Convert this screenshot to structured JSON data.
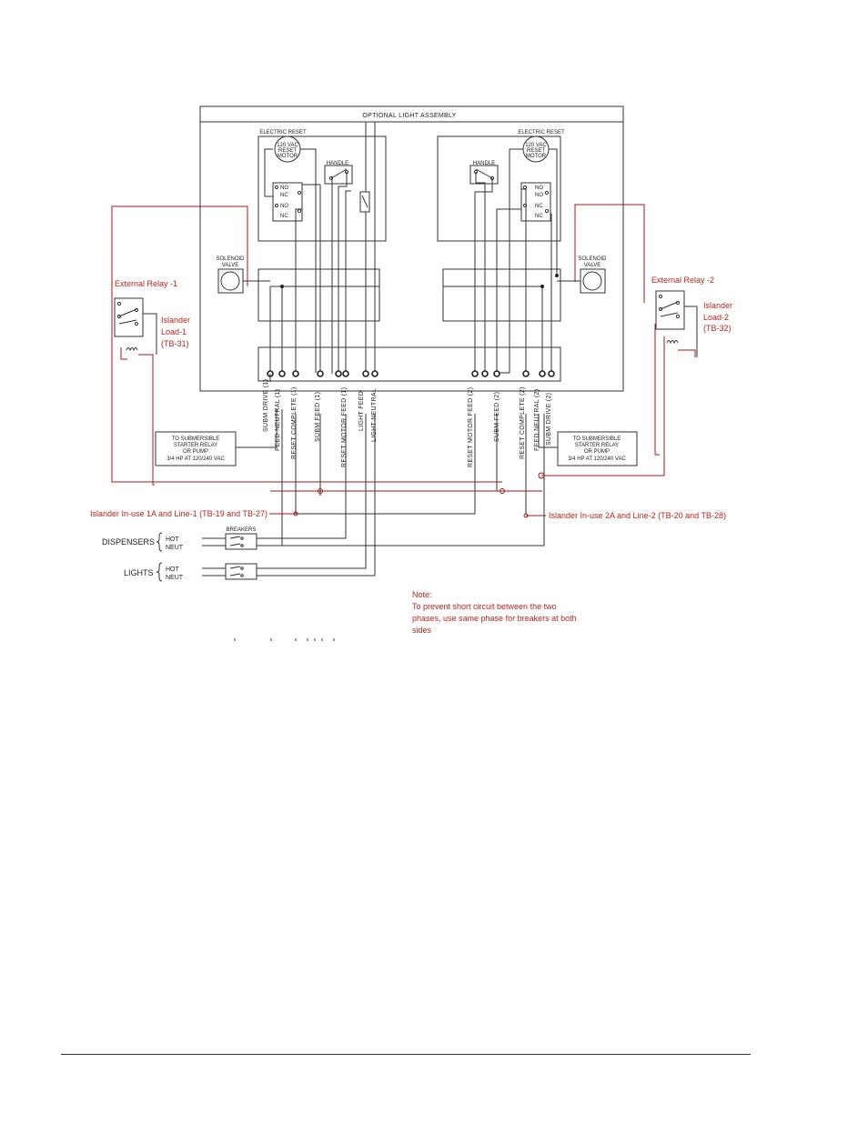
{
  "header": {
    "title": "OPTIONAL LIGHT ASSEMBLY"
  },
  "units": [
    {
      "label": "ELECTRIC RESET",
      "motor": [
        "120 VAC",
        "RESET",
        "MOTOR"
      ],
      "handle": "HANDLE",
      "contacts": [
        "NO",
        "NC",
        "NO",
        "NC"
      ]
    },
    {
      "label": "ELECTRIC RESET",
      "motor": [
        "120 VAC",
        "RESET",
        "MOTOR"
      ],
      "handle": "HANDLE",
      "contacts": [
        "NO",
        "NO",
        "NC",
        "NC"
      ]
    }
  ],
  "solenoid": [
    "SOLENOID",
    "VALVE"
  ],
  "relays": [
    {
      "label": "External Relay -1",
      "load": [
        "Islander",
        "Load-1",
        "(TB-31)"
      ]
    },
    {
      "label": "External Relay -2",
      "load": [
        "Islander",
        "Load-2",
        "(TB-32)"
      ]
    }
  ],
  "terminals_left": [
    "SUBM DRIVE (1)",
    "FEED NEUTRAL (1)",
    "RESET COMPLETE (1)",
    "SUBM FEED (1)",
    "RESET MOTOR FEED (1)",
    "LIGHT FEED",
    "LIGHT NEUTRAL"
  ],
  "terminals_right": [
    "RESET MOTOR FEED (2)",
    "SUBM FEED (2)",
    "RESET COMPLETE (2)",
    "FEED NEUTRAL (2)",
    "SUBM DRIVE (2)"
  ],
  "starter_boxes": [
    [
      "TO SUBMERSIBLE",
      "STARTER RELAY",
      "OR PUMP",
      "3/4 HP AT 120/240 VAC"
    ],
    [
      "TO SUBMERSIBLE",
      "STARTER RELAY",
      "OR PUMP",
      "3/4 HP AT 120/240 VAC"
    ]
  ],
  "inuse": [
    "Islander In-use 1A and Line-1 (TB-19 and TB-27)",
    "Islander In-use 2A and Line-2 (TB-20 and TB-28)"
  ],
  "breakers": {
    "label": "BREAKERS",
    "groups": [
      {
        "name": "DISPENSERS",
        "hot": "HOT",
        "neut": "NEUT"
      },
      {
        "name": "LIGHTS",
        "hot": "HOT",
        "neut": "NEUT"
      }
    ]
  },
  "note": {
    "title": "Note:",
    "lines": [
      "To prevent short circuit between the two",
      "phases, use same phase for breakers at both",
      "sides"
    ]
  },
  "colors": {
    "wire": "#333333",
    "red_wire": "#9b1b1b",
    "red_text": "#b3261e"
  }
}
